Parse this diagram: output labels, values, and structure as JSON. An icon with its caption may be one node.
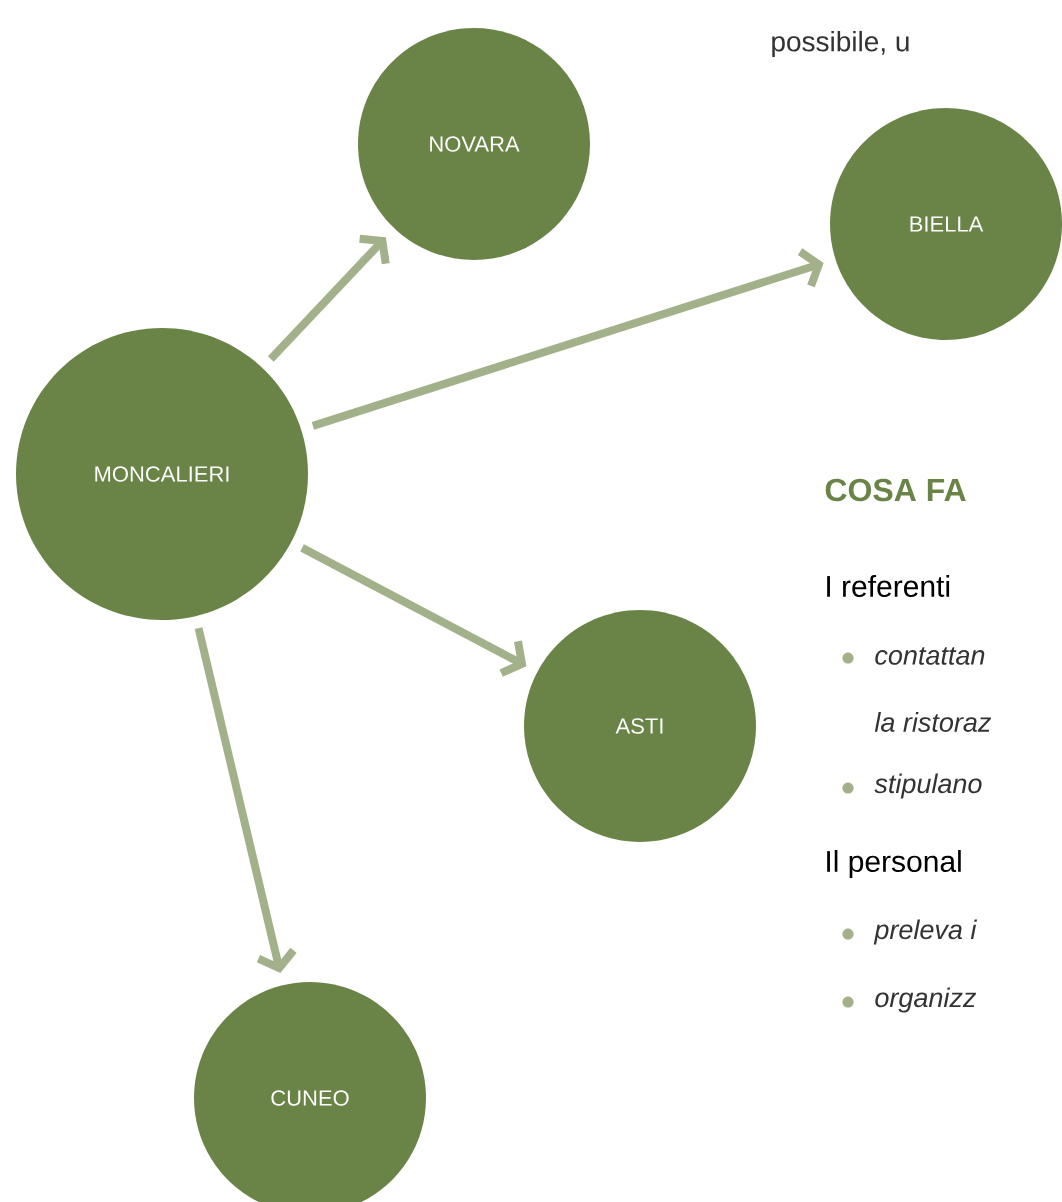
{
  "diagram": {
    "nodes": [
      {
        "text": [
          "NOVARA"
        ]
      },
      {
        "text": [
          "BIELLA"
        ]
      },
      {
        "text": [
          "MONCALIERI"
        ]
      },
      {
        "text": [
          "ASTI"
        ]
      },
      {
        "text": [
          "CUNEO"
        ]
      }
    ],
    "edges": [
      {
        "from": 2,
        "to": 0,
        "arrow": "to"
      },
      {
        "from": 2,
        "to": 1,
        "arrow": "to"
      },
      {
        "from": 2,
        "to": 3,
        "arrow": "to"
      },
      {
        "from": 2,
        "to": 4,
        "arrow": "to"
      }
    ],
    "labels": [
      "possibile, u",
      "COSA FA",
      "I referenti",
      "contattan",
      "la ristoraz",
      "stipulano",
      "Il personal",
      "preleva i",
      "organizz"
    ]
  }
}
